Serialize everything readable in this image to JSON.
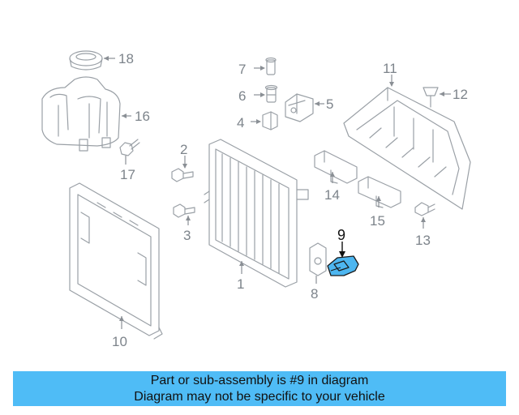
{
  "diagram": {
    "callouts": {
      "c1": "1",
      "c2": "2",
      "c3": "3",
      "c4": "4",
      "c5": "5",
      "c6": "6",
      "c7": "7",
      "c8": "8",
      "c9": "9",
      "c10": "10",
      "c11": "11",
      "c12": "12",
      "c13": "13",
      "c14": "14",
      "c15": "15",
      "c16": "16",
      "c17": "17",
      "c18": "18"
    },
    "highlighted_part": "9",
    "highlight_color": "#4db6f0"
  },
  "banner": {
    "line1": "Part or sub-assembly is #9 in diagram",
    "line2": "Diagram may not be specific to your vehicle",
    "background": "#4fbcf6"
  }
}
